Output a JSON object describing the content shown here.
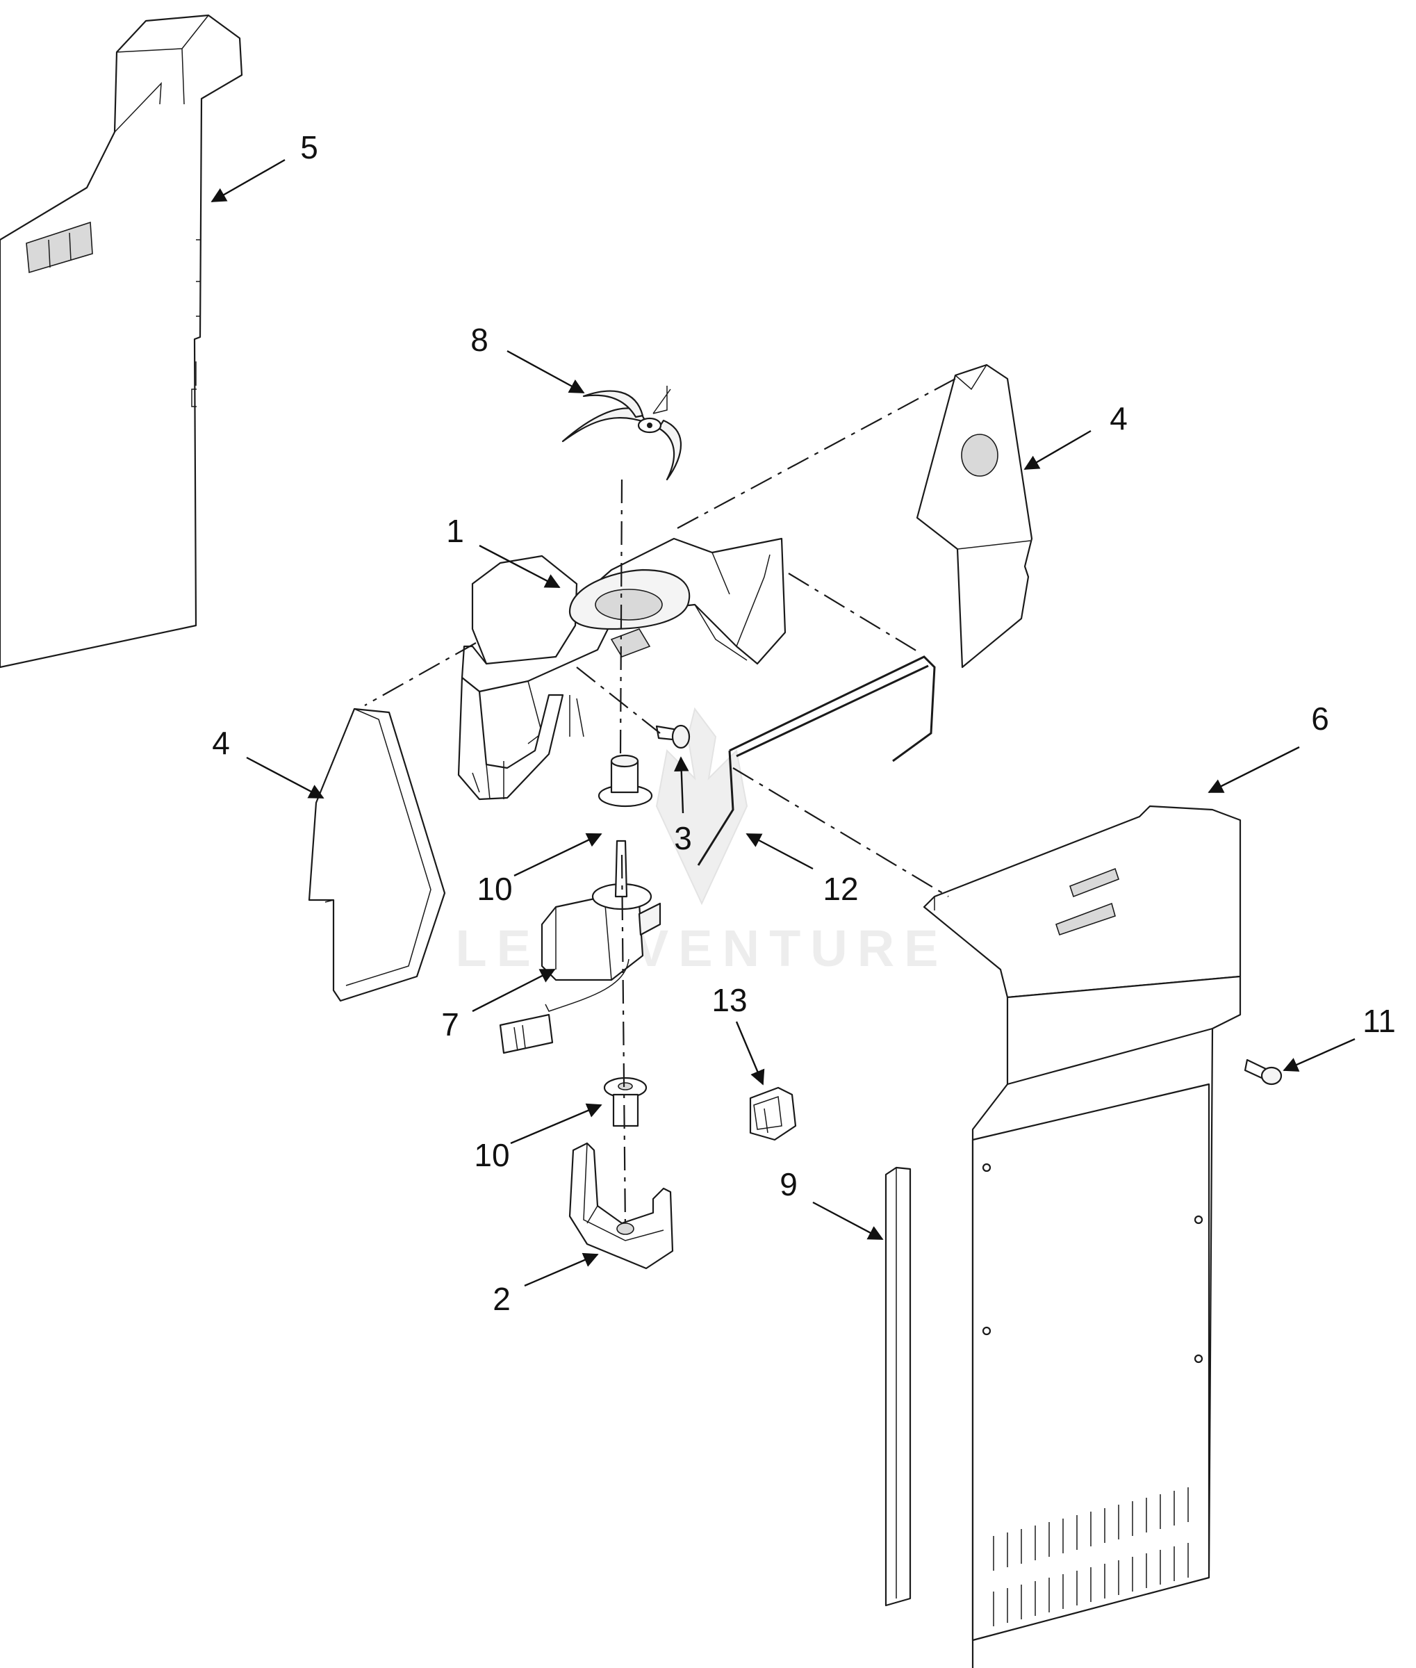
{
  "watermark": {
    "text": "LEADVENTURE"
  },
  "callouts": [
    {
      "id": "c5",
      "label": "5"
    },
    {
      "id": "c8",
      "label": "8"
    },
    {
      "id": "c4a",
      "label": "4"
    },
    {
      "id": "c1",
      "label": "1"
    },
    {
      "id": "c4b",
      "label": "4"
    },
    {
      "id": "c6",
      "label": "6"
    },
    {
      "id": "c3",
      "label": "3"
    },
    {
      "id": "c10a",
      "label": "10"
    },
    {
      "id": "c12",
      "label": "12"
    },
    {
      "id": "c7",
      "label": "7"
    },
    {
      "id": "c13",
      "label": "13"
    },
    {
      "id": "c11",
      "label": "11"
    },
    {
      "id": "c10b",
      "label": "10"
    },
    {
      "id": "c9",
      "label": "9"
    },
    {
      "id": "c2",
      "label": "2"
    }
  ],
  "colors": {
    "line": "#1a1a1a",
    "background": "#ffffff",
    "watermark": "#ececec"
  }
}
